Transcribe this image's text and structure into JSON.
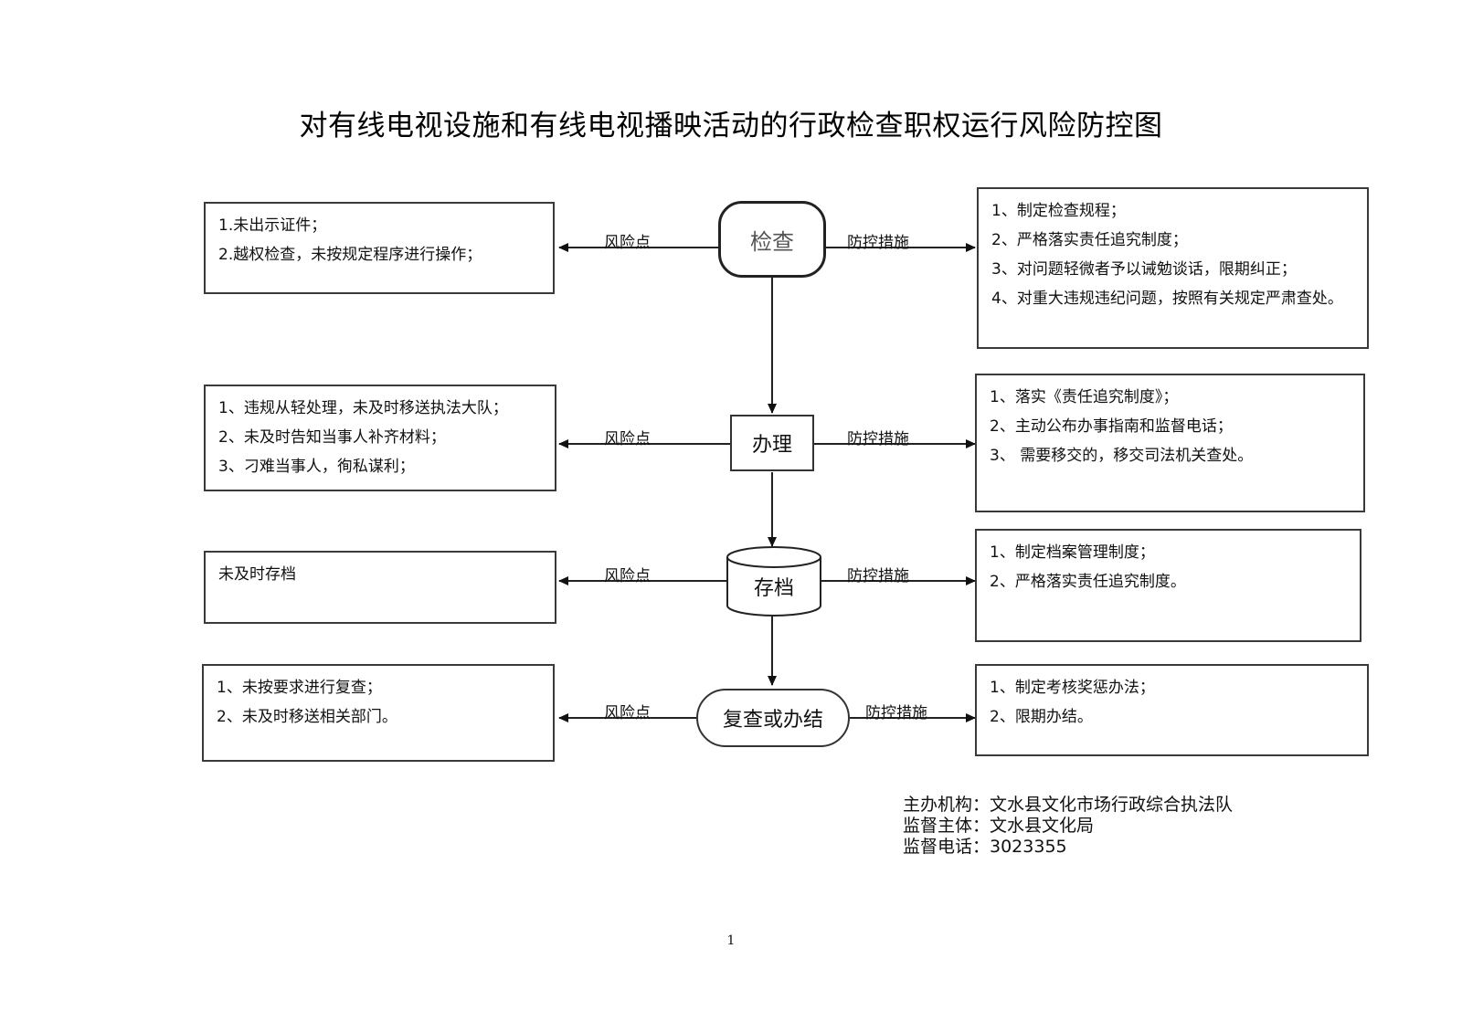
{
  "title": "对有线电视设施和有线电视播映活动的行政检查职权运行风险防控图",
  "edge_labels": {
    "risk": "风险点",
    "control": "防控措施"
  },
  "steps": [
    {
      "name": "检查",
      "risks": [
        "1.未出示证件；",
        "2.越权检查，未按规定程序进行操作；"
      ],
      "controls": [
        "1、制定检查规程；",
        "2、严格落实责任追究制度；",
        "3、对问题轻微者予以诫勉谈话，限期纠正；",
        "4、对重大违规违纪问题，按照有关规定严肃查处。"
      ]
    },
    {
      "name": "办理",
      "risks": [
        "1、违规从轻处理，未及时移送执法大队；",
        "2、未及时告知当事人补齐材料；",
        "3、刁难当事人，徇私谋利；"
      ],
      "controls": [
        "1、落实《责任追究制度》；",
        "2、主动公布办事指南和监督电话；",
        "3、 需要移交的，移交司法机关查处。"
      ]
    },
    {
      "name": "存档",
      "risks": [
        "未及时存档"
      ],
      "controls": [
        "1、制定档案管理制度；",
        "2、严格落实责任追究制度。"
      ]
    },
    {
      "name": "复查或办结",
      "risks": [
        "1、未按要求进行复查；",
        "2、未及时移送相关部门。"
      ],
      "controls": [
        "1、制定考核奖惩办法；",
        "2、限期办结。"
      ]
    }
  ],
  "footer": {
    "organizer": "主办机构：文水县文化市场行政综合执法队",
    "supervisor": "监督主体：文水县文化局",
    "phone": "监督电话：3023355"
  },
  "page_number": "1"
}
